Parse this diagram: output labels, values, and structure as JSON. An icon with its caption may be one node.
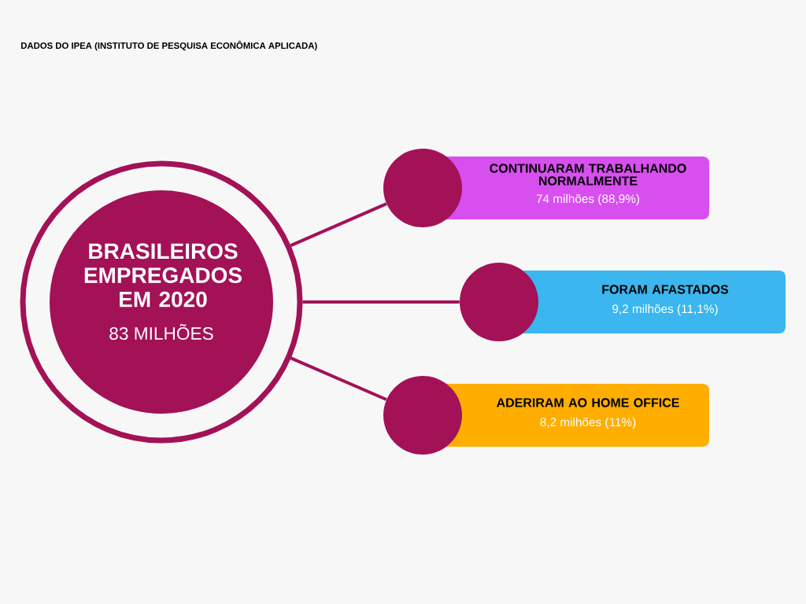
{
  "diagram": {
    "title": "DADOS DO  IPEA (INSTITUTO DE PESQUISA ECONÔMICA APLICADA)",
    "nodes": [
      {
        "text": [
          "BRASILEIROS EMPREGADOS EM 2020",
          "83 MILHÕES"
        ]
      },
      {
        "text": [],
        "shape": "circle"
      },
      {
        "text": [
          "CONTINUARAM TRABALHANDO NORMALMENTE",
          "74 milhões (88,9%)"
        ]
      },
      {
        "text": [],
        "shape": "circle"
      },
      {
        "text": [
          "FORAM AFASTADOS",
          "9,2 milhões (11,1%)"
        ]
      },
      {
        "text": [],
        "shape": "circle"
      },
      {
        "text": [
          "ADERIRAM AO HOME OFFICE",
          "8,2 milhões (11%)"
        ]
      }
    ],
    "edges": [
      {
        "from": 0,
        "to": 1,
        "arrow": "none"
      },
      {
        "from": 0,
        "to": 3,
        "arrow": "none"
      },
      {
        "from": 0,
        "to": 5,
        "arrow": "none"
      }
    ]
  }
}
